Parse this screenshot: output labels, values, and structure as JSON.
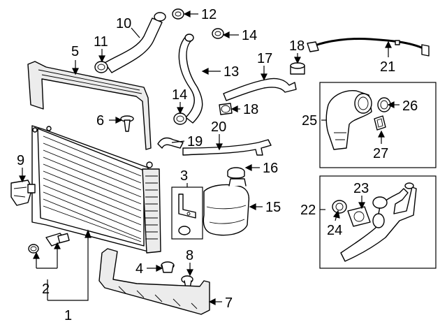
{
  "diagram": {
    "callouts": [
      {
        "id": "c1",
        "number": "1"
      },
      {
        "id": "c2",
        "number": "2"
      },
      {
        "id": "c3",
        "number": "3"
      },
      {
        "id": "c4",
        "number": "4"
      },
      {
        "id": "c5",
        "number": "5"
      },
      {
        "id": "c6",
        "number": "6"
      },
      {
        "id": "c7",
        "number": "7"
      },
      {
        "id": "c8",
        "number": "8"
      },
      {
        "id": "c9",
        "number": "9"
      },
      {
        "id": "c10",
        "number": "10"
      },
      {
        "id": "c11",
        "number": "11"
      },
      {
        "id": "c12",
        "number": "12"
      },
      {
        "id": "c13",
        "number": "13"
      },
      {
        "id": "c14a",
        "number": "14"
      },
      {
        "id": "c14b",
        "number": "14"
      },
      {
        "id": "c15",
        "number": "15"
      },
      {
        "id": "c16",
        "number": "16"
      },
      {
        "id": "c17",
        "number": "17"
      },
      {
        "id": "c18a",
        "number": "18"
      },
      {
        "id": "c18b",
        "number": "18"
      },
      {
        "id": "c19",
        "number": "19"
      },
      {
        "id": "c20",
        "number": "20"
      },
      {
        "id": "c21",
        "number": "21"
      },
      {
        "id": "c22",
        "number": "22"
      },
      {
        "id": "c23",
        "number": "23"
      },
      {
        "id": "c24",
        "number": "24"
      },
      {
        "id": "c25",
        "number": "25"
      },
      {
        "id": "c26",
        "number": "26"
      },
      {
        "id": "c27",
        "number": "27"
      }
    ]
  },
  "colors": {
    "line": "#000000",
    "background": "#ffffff",
    "shade": "#ececec"
  }
}
